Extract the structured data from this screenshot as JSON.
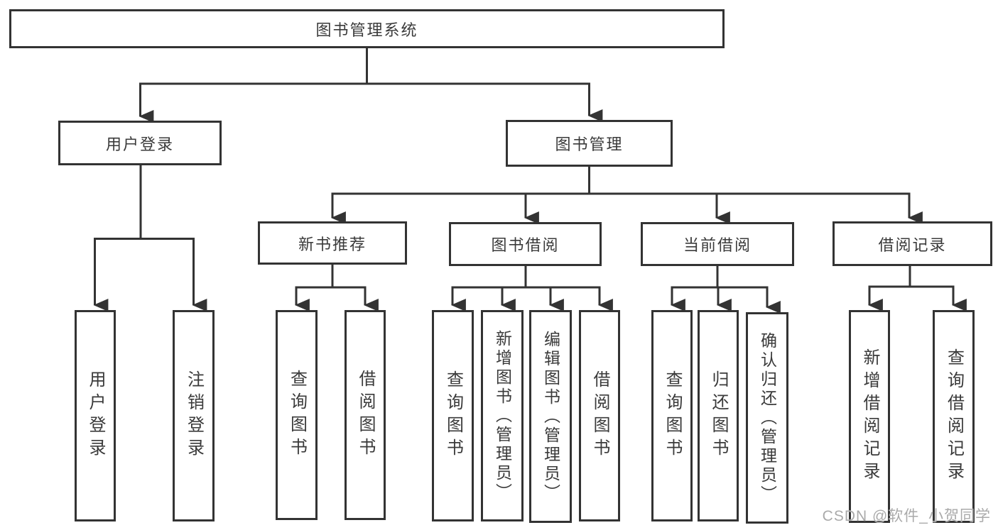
{
  "diagram": {
    "tree": {
      "label": "图书管理系统",
      "children": [
        {
          "label": "用户登录",
          "children": [
            {
              "label": "用户登录"
            },
            {
              "label": "注销登录"
            }
          ]
        },
        {
          "label": "图书管理",
          "children": [
            {
              "label": "新书推荐",
              "children": [
                {
                  "label": "查询图书"
                },
                {
                  "label": "借阅图书"
                }
              ]
            },
            {
              "label": "图书借阅",
              "children": [
                {
                  "label": "查询图书"
                },
                {
                  "label": "新增图书（管理员）"
                },
                {
                  "label": "编辑图书（管理员）"
                },
                {
                  "label": "借阅图书"
                }
              ]
            },
            {
              "label": "当前借阅",
              "children": [
                {
                  "label": "查询图书"
                },
                {
                  "label": "归还图书"
                },
                {
                  "label": "确认归还（管理员）"
                }
              ]
            },
            {
              "label": "借阅记录",
              "children": [
                {
                  "label": "新增借阅记录"
                },
                {
                  "label": "查询借阅记录"
                }
              ]
            }
          ]
        }
      ]
    },
    "colors": {
      "line": "#333333",
      "text": "#3a3a3a",
      "background": "#ffffff",
      "watermark": "#a5a5a5"
    }
  },
  "watermark": {
    "text": "CSDN @软件_小贺同学"
  }
}
